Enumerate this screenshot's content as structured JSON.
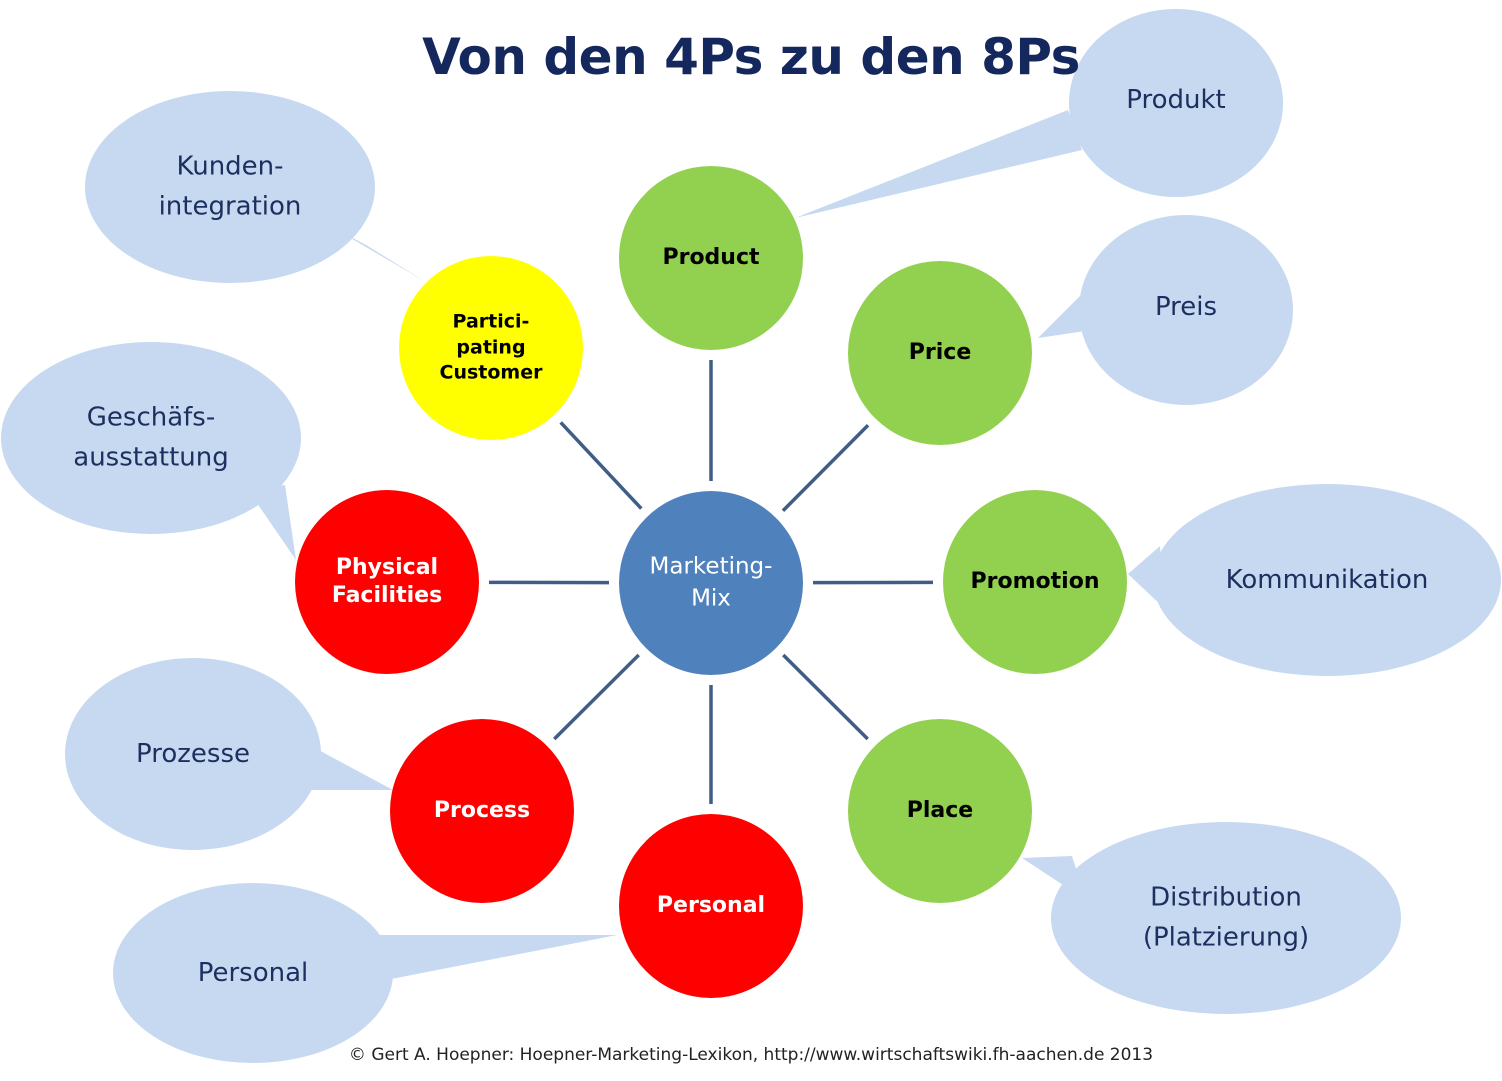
{
  "title": "Von den 4Ps zu den 8Ps",
  "footer": "© Gert A. Hoepner: Hoepner-Marketing-Lexikon, http://www.wirtschaftswiki.fh-aachen.de 2013",
  "colors": {
    "title": "#14285e",
    "center": "#4f81bd",
    "green": "#92d050",
    "red": "#ff0000",
    "yellow": "#ffff00",
    "bubble": "#c6d9f1",
    "connector": "#3f5d86",
    "bubble_text": "#1c2f5e"
  },
  "center": {
    "label": "Marketing-\nMix"
  },
  "nodes": [
    {
      "id": "product",
      "label": "Product",
      "color": "green"
    },
    {
      "id": "price",
      "label": "Price",
      "color": "green"
    },
    {
      "id": "promotion",
      "label": "Promotion",
      "color": "green"
    },
    {
      "id": "place",
      "label": "Place",
      "color": "green"
    },
    {
      "id": "personal",
      "label": "Personal",
      "color": "red"
    },
    {
      "id": "process",
      "label": "Process",
      "color": "red"
    },
    {
      "id": "physical-facilities",
      "label": "Physical\nFacilities",
      "color": "red"
    },
    {
      "id": "participating-customer",
      "label": "Partici-\npating\nCustomer",
      "color": "yellow"
    }
  ],
  "callouts": [
    {
      "id": "produkt",
      "node": "product",
      "text": "Produkt"
    },
    {
      "id": "preis",
      "node": "price",
      "text": "Preis"
    },
    {
      "id": "kommunikation",
      "node": "promotion",
      "text": "Kommunikation"
    },
    {
      "id": "distribution",
      "node": "place",
      "text": "Distribution\n(Platzierung)"
    },
    {
      "id": "personal",
      "node": "personal",
      "text": "Personal"
    },
    {
      "id": "prozesse",
      "node": "process",
      "text": "Prozesse"
    },
    {
      "id": "geschaefsausstattung",
      "node": "physical-facilities",
      "text": "Geschäfs-\nausstattung"
    },
    {
      "id": "kundenintegration",
      "node": "participating-customer",
      "text": "Kunden-\nintegration"
    }
  ]
}
